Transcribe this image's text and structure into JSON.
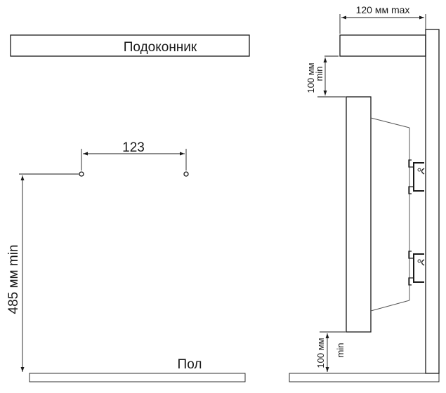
{
  "labels": {
    "sill": "Подоконник",
    "floor": "Пол",
    "hole_spacing": "123",
    "height_min": "485 мм min",
    "sill_overhang_max": "120 мм max",
    "gap_top_value": "100 мм",
    "gap_top_suffix": "min",
    "gap_bottom_value": "100 мм",
    "gap_bottom_suffix": "min"
  }
}
